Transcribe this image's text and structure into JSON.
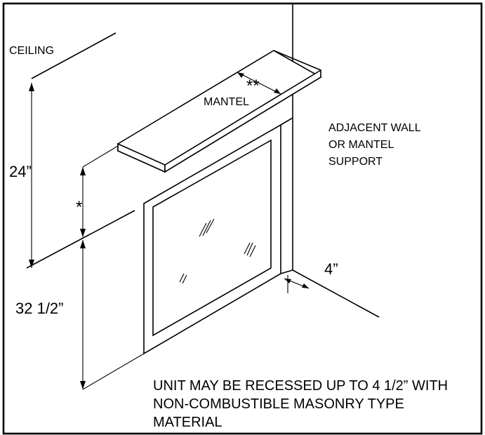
{
  "labels": {
    "ceiling": "CEILING",
    "mantel": "MANTEL",
    "adjacent_wall_1": "ADJACENT WALL",
    "adjacent_wall_2": "OR MANTEL",
    "adjacent_wall_3": "SUPPORT",
    "dim_24": "24”",
    "dim_star": "*",
    "dim_double_star": "**",
    "dim_32": "32 1/2”",
    "dim_4": "4”",
    "note_line_1": "UNIT MAY BE RECESSED UP TO 4 1/2” WITH",
    "note_line_2": "NON-COMBUSTIBLE MASONRY TYPE",
    "note_line_3": "MATERIAL"
  }
}
